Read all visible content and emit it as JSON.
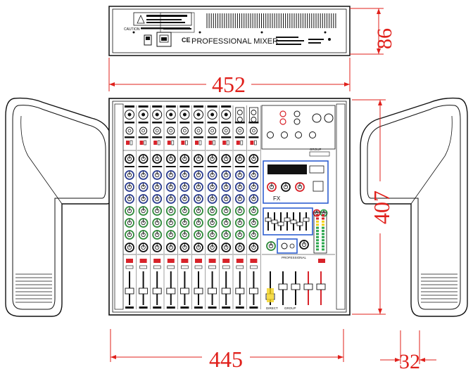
{
  "rear_panel": {
    "brand_text": "PROFESSIONAL MIXER",
    "ce_mark": "CE",
    "caution_label": "CAUTION"
  },
  "dimensions": {
    "height_label": "86",
    "rear_width_label": "452",
    "depth_label": "407",
    "front_width_label": "445",
    "side_thickness_label": "32"
  },
  "front_panel": {
    "fx_label": "FX",
    "group_label": "GROUP",
    "direct_label": "DIRECT",
    "professional_label": "PROFESSIONAL",
    "channel_count": 8,
    "stereo_channel_count": 2
  },
  "colors": {
    "dimension": "#e0201b",
    "line": "#111111",
    "eq_high": "#2b3d8f",
    "eq_mid": "#2f8a3a",
    "accent_red": "#d8232a",
    "accent_yellow": "#f2d21b",
    "highlight_blue": "#2f5fd0",
    "meter_green": "#2fa84f"
  }
}
